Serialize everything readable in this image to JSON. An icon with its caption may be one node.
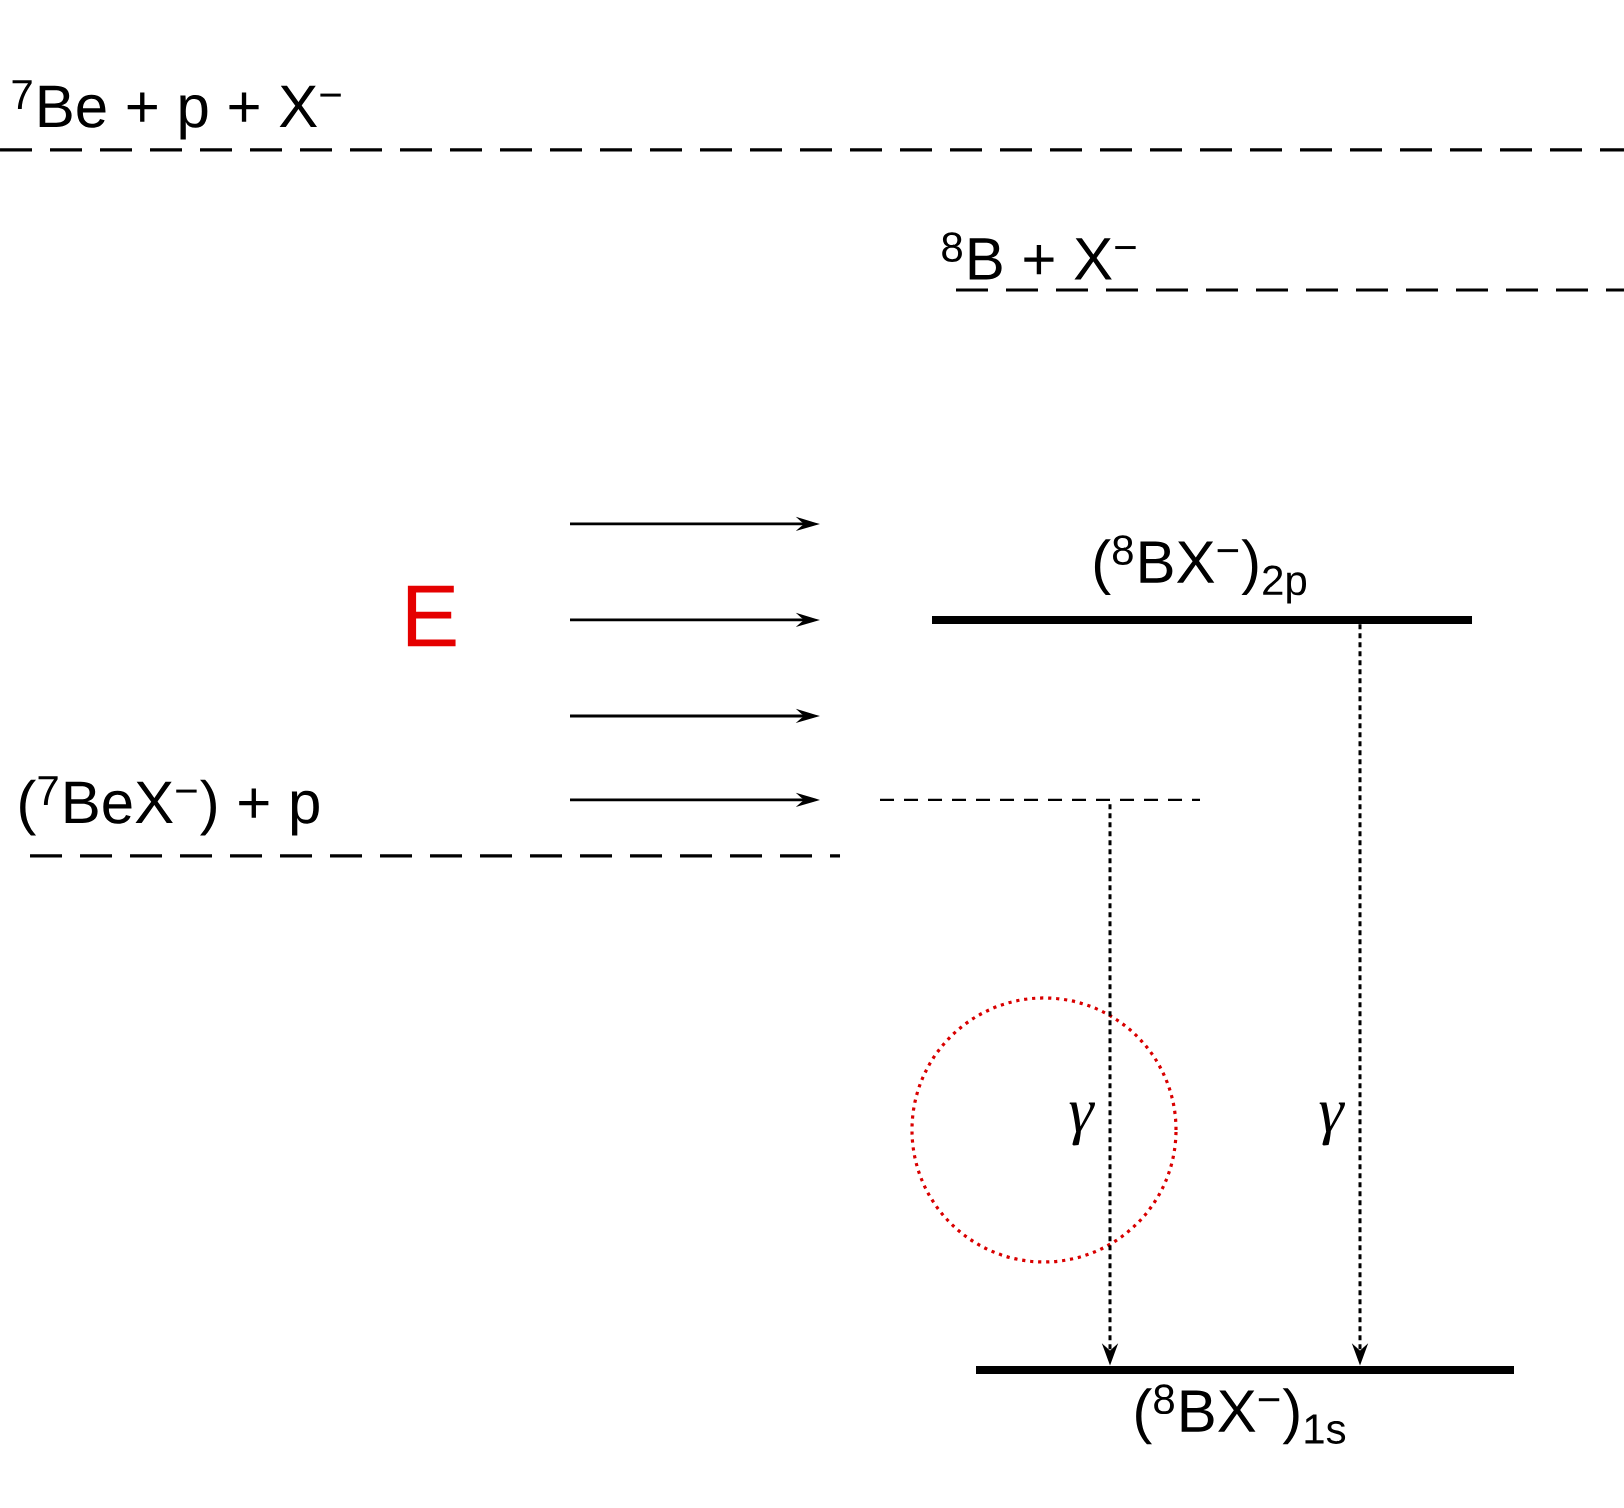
{
  "diagram": {
    "nodes": [
      {
        "text": [
          "$^{7}$Be + p + X$^{−}$"
        ]
      },
      {
        "text": [
          "$^{8}$B + X$^{−}$"
        ]
      },
      {
        "text": [
          "($^{8}$BX$^{−}$)$_{2p}$"
        ]
      },
      {
        "text": [
          "($^{7}$BeX$^{−}$) + p"
        ]
      },
      {
        "text": [],
        "shape": "bar"
      },
      {
        "text": [
          "($^{8}$BX$^{−}$)$_{1s}$"
        ]
      }
    ],
    "edges": [
      {
        "from": 4,
        "to": 5,
        "arrow": "to",
        "label": "γ",
        "style": "dashed"
      },
      {
        "from": 2,
        "to": 5,
        "arrow": "to",
        "label": "γ",
        "style": "dashed"
      }
    ],
    "labels": [
      "E"
    ]
  }
}
